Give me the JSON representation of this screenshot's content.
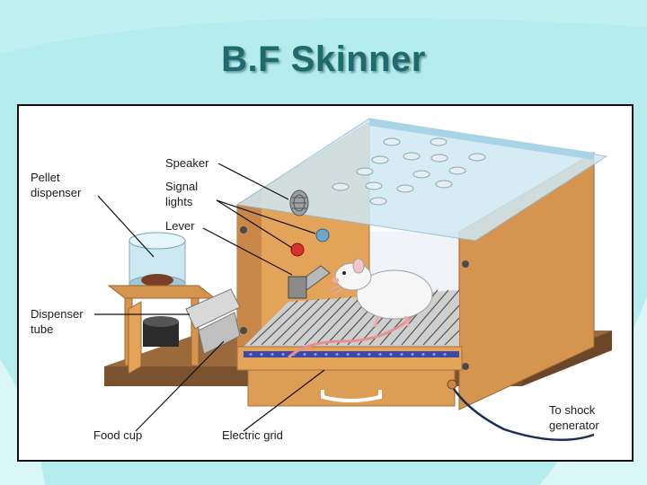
{
  "slide": {
    "title": "B.F Skinner"
  },
  "diagram": {
    "labels": {
      "speaker": "Speaker",
      "signal_lights_1": "Signal",
      "signal_lights_2": "lights",
      "lever": "Lever",
      "pellet_dispenser_1": "Pellet",
      "pellet_dispenser_2": "dispenser",
      "dispenser_tube_1": "Dispenser",
      "dispenser_tube_2": "tube",
      "food_cup": "Food cup",
      "electric_grid": "Electric grid",
      "shock_1": "To shock",
      "shock_2": "generator"
    }
  },
  "colors": {
    "background": "#b5eced",
    "title": "#1d6b6e",
    "box_wood": "#e3a45a",
    "glass": "#cfe9f4",
    "signal_red": "#d8302a",
    "signal_blue": "#6fa6cc"
  }
}
